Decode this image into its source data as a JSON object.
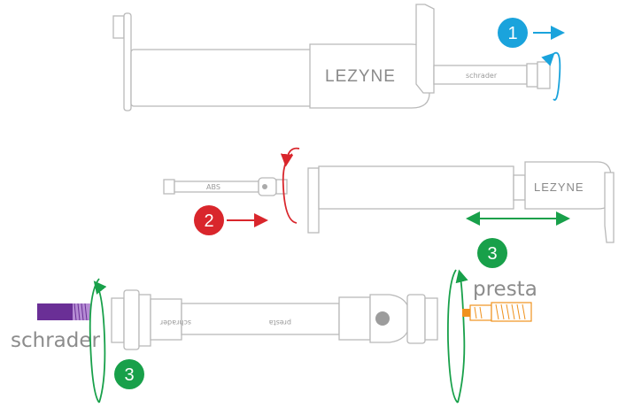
{
  "diagram": {
    "brand": "LEZYNE",
    "steps": [
      {
        "number": "1",
        "color": "#1aa3dc"
      },
      {
        "number": "2",
        "color": "#d9262c"
      },
      {
        "number": "3",
        "color": "#18a04a"
      }
    ],
    "hose_labels": {
      "top": "schrader",
      "middle": "ABS",
      "bottom_left": "schrader",
      "bottom_right": "presta"
    },
    "valve_labels": {
      "schrader": "schrader",
      "presta": "presta"
    },
    "valve_colors": {
      "schrader": "#6a2f96",
      "presta": "#f0921e"
    }
  }
}
